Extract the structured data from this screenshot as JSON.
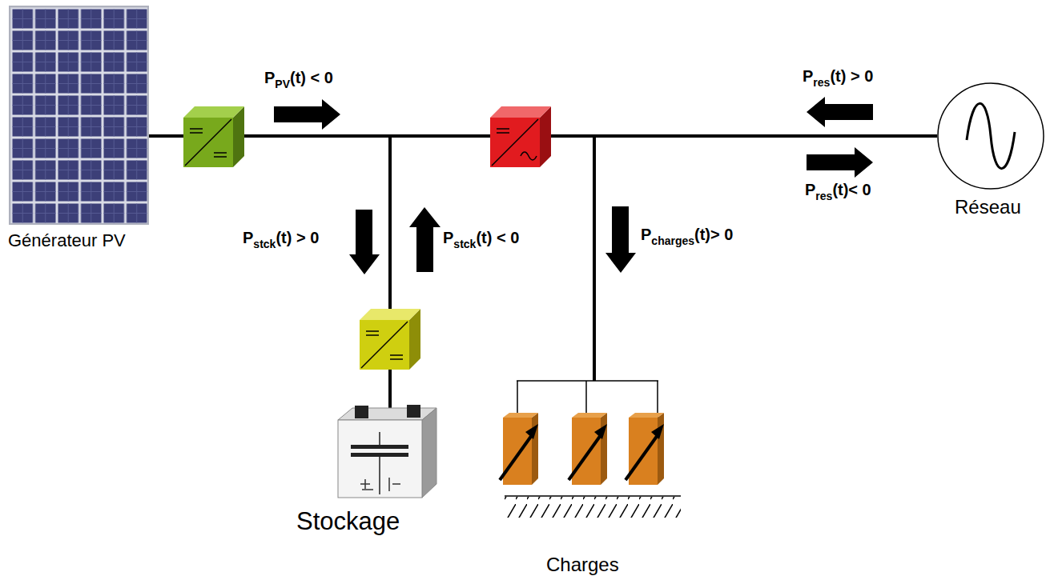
{
  "diagram": {
    "nodes": [
      {
        "text": [
          "Générateur PV"
        ]
      },
      {
        "text": [
          "Stockage"
        ]
      },
      {
        "text": [
          "Charges"
        ]
      },
      {
        "text": [
          "Réseau"
        ]
      }
    ],
    "edges": [
      {
        "from": 0,
        "to": 3,
        "arrow": "none"
      },
      {
        "from": 1,
        "to": 0,
        "arrow": "none"
      },
      {
        "from": 2,
        "to": 3,
        "arrow": "none"
      }
    ],
    "labels": [
      "P",
      "PV",
      "(t) < 0",
      "P",
      "res",
      "(t) > 0",
      "P",
      "res",
      "(t)< 0",
      "P",
      "stck",
      "(t) > 0",
      "P",
      "stck",
      "(t) < 0",
      "P",
      "charges",
      "(t)> 0"
    ]
  }
}
